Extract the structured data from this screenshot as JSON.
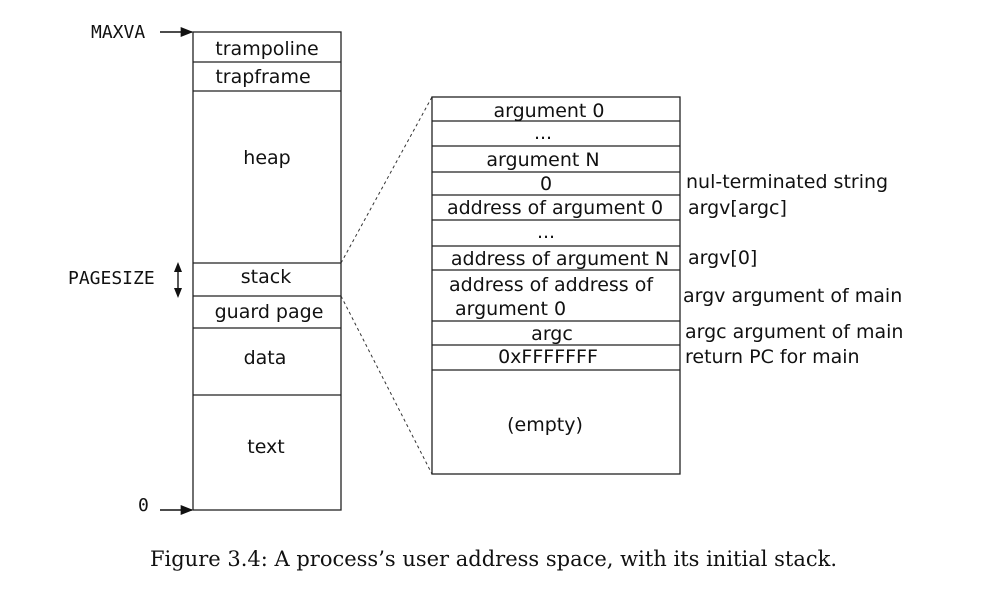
{
  "address_labels": {
    "maxva": "MAXVA",
    "pagesize": "PAGESIZE",
    "zero": "0"
  },
  "address_space": [
    "trampoline",
    "trapframe",
    "heap",
    "stack",
    "guard page",
    "data",
    "text"
  ],
  "stack_cells": [
    "argument 0",
    "...",
    "argument N",
    "0",
    "address of argument 0",
    "...",
    "address of argument N",
    "address of address of",
    "argument 0",
    "argc",
    "0xFFFFFFF",
    "(empty)"
  ],
  "stack_notes": [
    "nul-terminated string",
    "argv[argc]",
    "argv[0]",
    "argv argument of main",
    "argc argument of main",
    "return PC for main"
  ],
  "caption": "Figure 3.4: A process’s user address space, with its initial stack."
}
